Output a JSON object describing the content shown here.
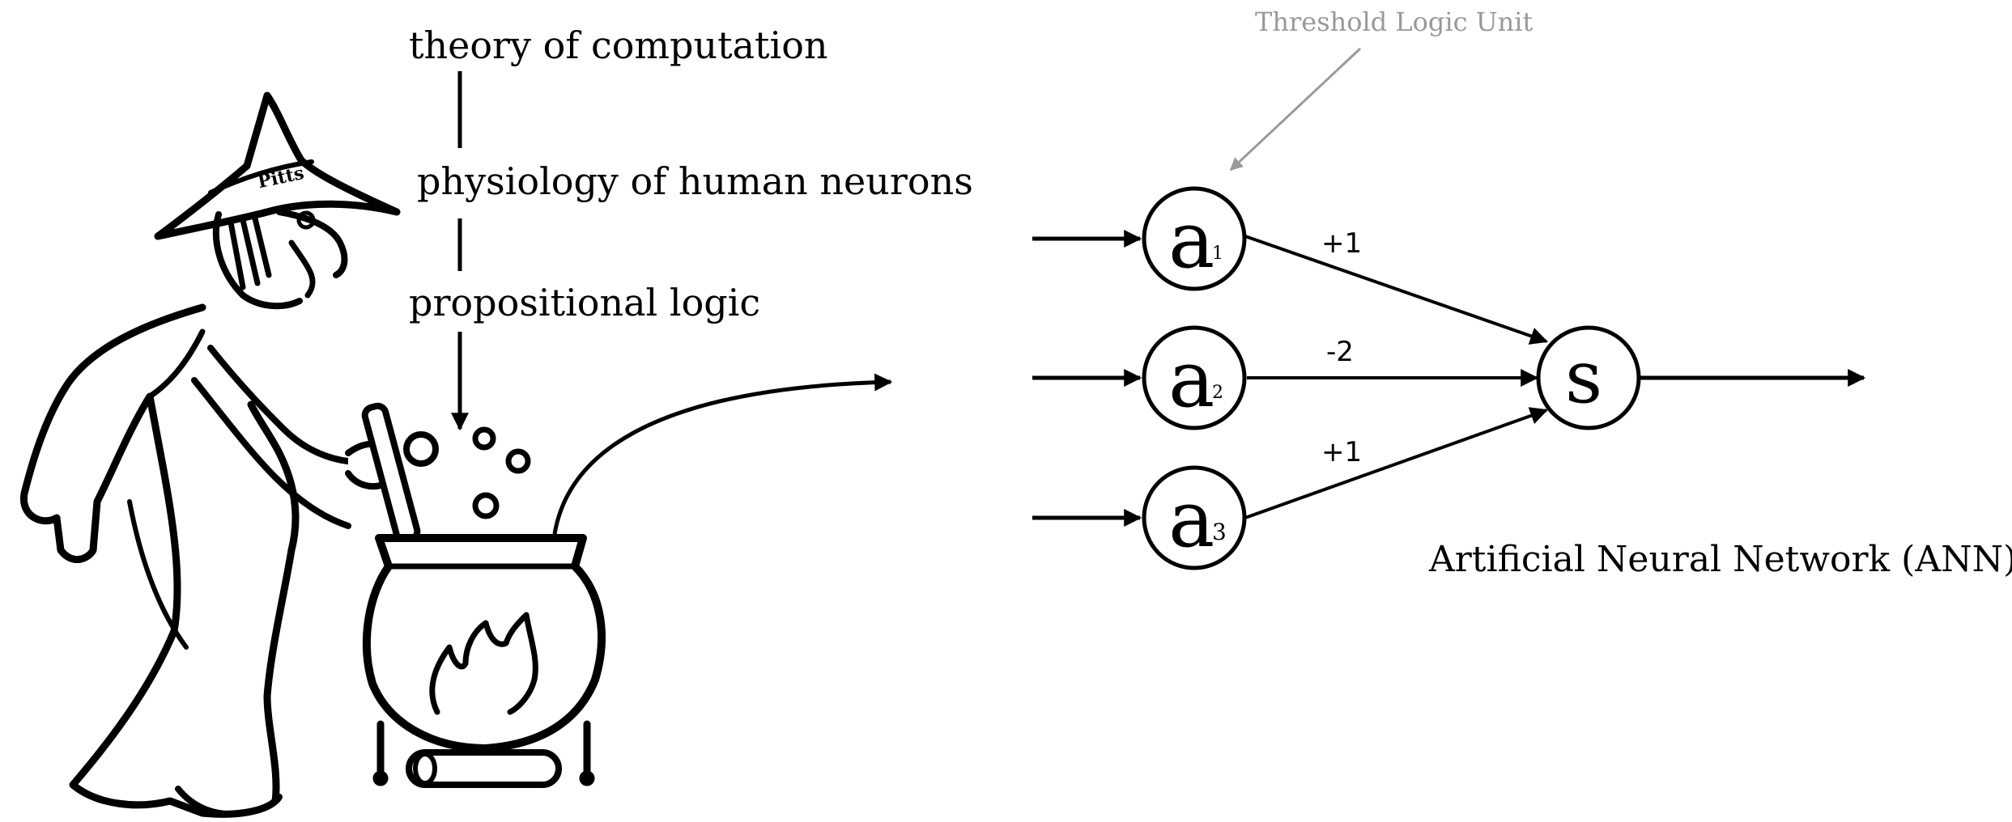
{
  "labels": {
    "theory": "theory of computation",
    "physiology": "physiology of human neurons",
    "logic": "propositional logic",
    "hat_name": "Pitts",
    "tlu": "Threshold Logic Unit",
    "ann": "Artificial Neural Network (ANN)"
  },
  "network": {
    "inputs": [
      {
        "letter": "a",
        "sub": "1",
        "weight": "+1"
      },
      {
        "letter": "a",
        "sub": "2",
        "weight": "-2"
      },
      {
        "letter": "a",
        "sub": "3",
        "weight": "+1"
      }
    ],
    "output": {
      "letter": "s"
    }
  },
  "colors": {
    "ink": "#000000",
    "annotation": "#999999",
    "background": "#ffffff"
  }
}
